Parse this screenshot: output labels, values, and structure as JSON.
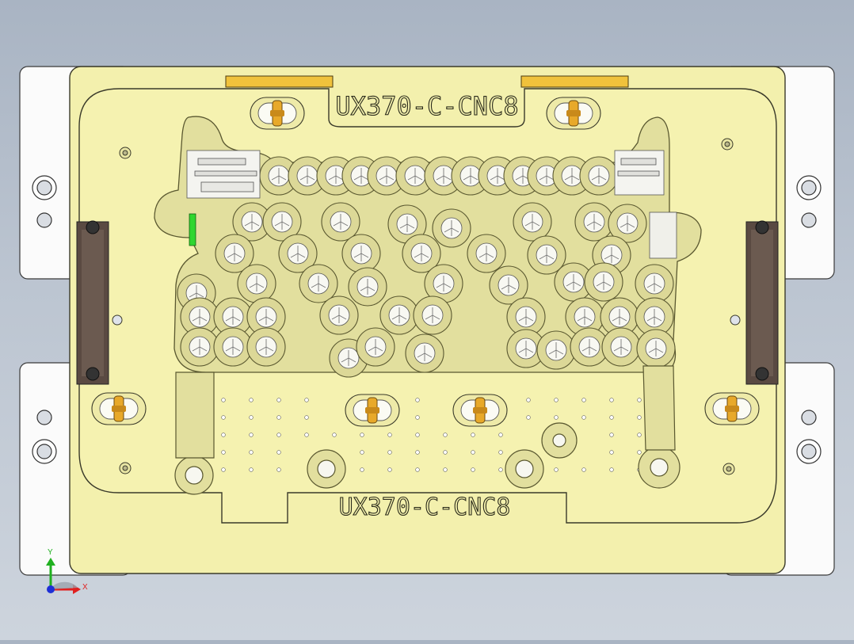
{
  "window": {
    "background_top": "#a9b4c3",
    "background_bottom": "#cdd4dd"
  },
  "part": {
    "engraving_top": "UX370-C-CNC8",
    "engraving_bottom": "UX370-C-CNC8",
    "plate_color": "#f3f0ad",
    "edge_color": "#4a4a2c",
    "pocket_color": "#d8d49a",
    "highlight_color": "#2fd62f",
    "pin_color": "#e8a92a",
    "handle_color": "#5a4a42"
  },
  "triad": {
    "x_label": "X",
    "y_label": "Y",
    "x_color": "#e02020",
    "y_color": "#20b020",
    "z_color": "#1e2fd6"
  },
  "icons": [
    "coordinate-triad-icon"
  ]
}
